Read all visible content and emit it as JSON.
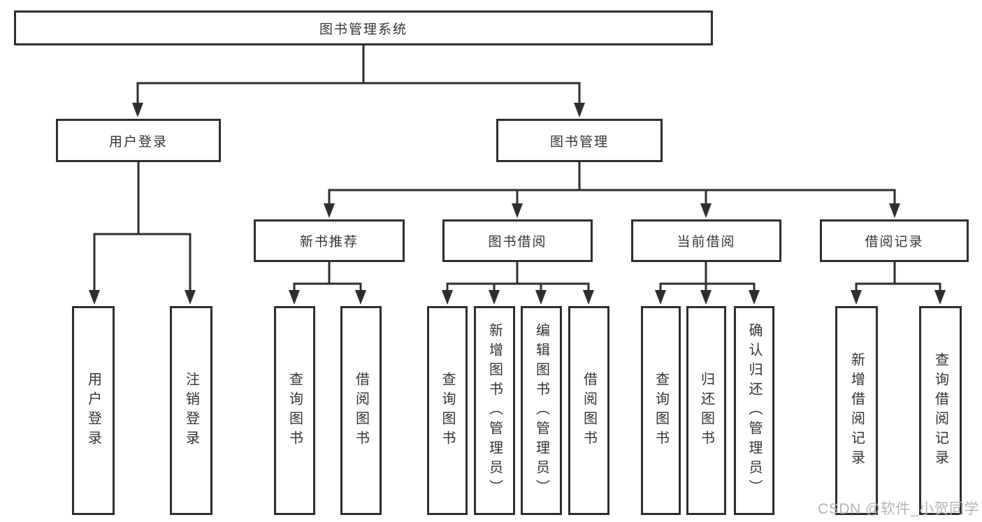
{
  "tree": {
    "root": "图书管理系统",
    "level2": [
      {
        "label": "用户登录"
      },
      {
        "label": "图书管理"
      }
    ],
    "login_children": [
      "用户登录",
      "注销登录"
    ],
    "sections": [
      {
        "label": "新书推荐",
        "children": [
          "查询图书",
          "借阅图书"
        ]
      },
      {
        "label": "图书借阅",
        "children": [
          "查询图书",
          "新增图书（管理员）",
          "编辑图书（管理员）",
          "借阅图书"
        ]
      },
      {
        "label": "当前借阅",
        "children": [
          "查询图书",
          "归还图书",
          "确认归还（管理员）"
        ]
      },
      {
        "label": "借阅记录",
        "children": [
          "新增借阅记录",
          "查询借阅记录"
        ]
      }
    ]
  },
  "watermark": {
    "text": "CSDN @软件_小贺同学"
  },
  "colors": {
    "line": "#2e2e2e",
    "box_border": "#2e2e2e",
    "text": "#333333",
    "background": "#ffffff",
    "watermark": "#b4b4b4"
  }
}
